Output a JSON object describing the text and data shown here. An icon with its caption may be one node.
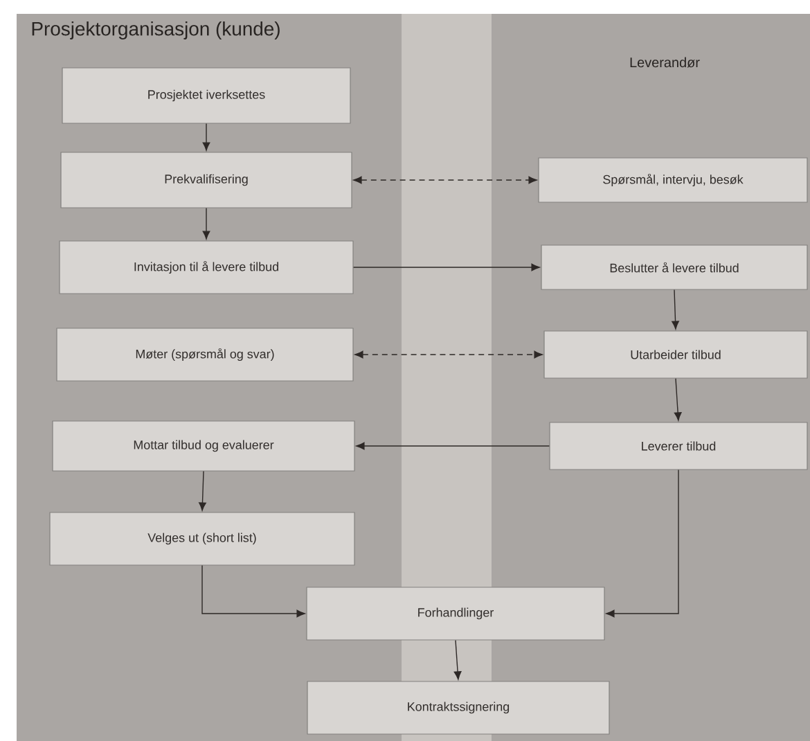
{
  "diagram": {
    "nodes": [
      {
        "text": [
          "Prosjektet iverksettes"
        ]
      },
      {
        "text": [
          "Prekvalifisering"
        ]
      },
      {
        "text": [
          "Invitasjon til å levere tilbud"
        ]
      },
      {
        "text": [
          "Møter (spørsmål og svar)"
        ]
      },
      {
        "text": [
          "Mottar tilbud og evaluerer"
        ]
      },
      {
        "text": [
          "Velges ut (short list)"
        ]
      },
      {
        "text": [
          "Forhandlinger"
        ]
      },
      {
        "text": [
          "Kontraktssignering"
        ]
      },
      {
        "text": [
          "Spørsmål, intervju, besøk"
        ]
      },
      {
        "text": [
          "Beslutter å levere tilbud"
        ]
      },
      {
        "text": [
          "Utarbeider tilbud"
        ]
      },
      {
        "text": [
          "Leverer tilbud"
        ]
      }
    ],
    "edges": [
      {
        "from": 0,
        "to": 1,
        "arrow": "to"
      },
      {
        "from": 1,
        "to": 2,
        "arrow": "to"
      },
      {
        "from": 1,
        "to": 8,
        "arrow": "both",
        "style": "dashed"
      },
      {
        "from": 2,
        "to": 9,
        "arrow": "to"
      },
      {
        "from": 9,
        "to": 10,
        "arrow": "to"
      },
      {
        "from": 3,
        "to": 10,
        "arrow": "both",
        "style": "dashed"
      },
      {
        "from": 10,
        "to": 11,
        "arrow": "to"
      },
      {
        "from": 11,
        "to": 4,
        "arrow": "to"
      },
      {
        "from": 4,
        "to": 5,
        "arrow": "to"
      },
      {
        "from": 5,
        "to": 6,
        "arrow": "to"
      },
      {
        "from": 11,
        "to": 6,
        "arrow": "to"
      },
      {
        "from": 6,
        "to": 7,
        "arrow": "to"
      }
    ],
    "labels": [
      "Prosjektorganisasjon (kunde)",
      "Leverandør"
    ]
  }
}
